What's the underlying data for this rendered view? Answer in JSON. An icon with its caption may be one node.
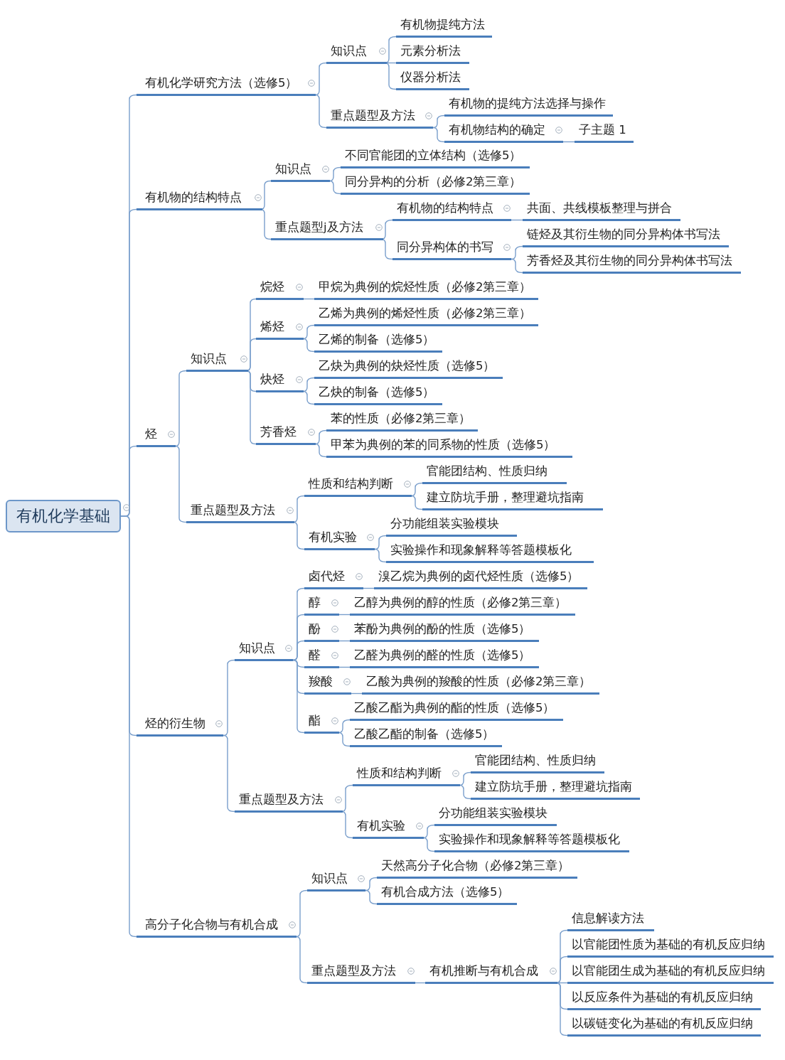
{
  "diagram": {
    "nodes": [
      {
        "text": [
          "有机化学基础"
        ]
      },
      {
        "text": [
          "有机化学研究方法（选修5）"
        ]
      },
      {
        "text": [
          "知识点"
        ]
      },
      {
        "text": [
          "有机物提纯方法"
        ]
      },
      {
        "text": [
          "元素分析法"
        ]
      },
      {
        "text": [
          "仪器分析法"
        ]
      },
      {
        "text": [
          "重点题型及方法"
        ]
      },
      {
        "text": [
          "有机物的提纯方法选择与操作"
        ]
      },
      {
        "text": [
          "有机物结构的确定"
        ]
      },
      {
        "text": [
          "子主题 1"
        ]
      },
      {
        "text": [
          "有机物的结构特点"
        ]
      },
      {
        "text": [
          "知识点"
        ]
      },
      {
        "text": [
          "不同官能团的立体结构（选修5）"
        ]
      },
      {
        "text": [
          "同分异构的分析（必修2第三章）"
        ]
      },
      {
        "text": [
          "重点题型j及方法"
        ]
      },
      {
        "text": [
          "有机物的结构特点"
        ]
      },
      {
        "text": [
          "共面、共线模板整理与拼合"
        ]
      },
      {
        "text": [
          "同分异构体的书写"
        ]
      },
      {
        "text": [
          "链烃及其衍生物的同分异构体书写法"
        ]
      },
      {
        "text": [
          "芳香烃及其衍生物的同分异构体书写法"
        ]
      },
      {
        "text": [
          "烃"
        ]
      },
      {
        "text": [
          "知识点"
        ]
      },
      {
        "text": [
          "烷烃"
        ]
      },
      {
        "text": [
          "甲烷为典例的烷烃性质（必修2第三章）"
        ]
      },
      {
        "text": [
          "烯烃"
        ]
      },
      {
        "text": [
          "乙烯为典例的烯烃性质（必修2第三章）"
        ]
      },
      {
        "text": [
          "乙烯的制备（选修5）"
        ]
      },
      {
        "text": [
          "炔烃"
        ]
      },
      {
        "text": [
          "乙炔为典例的炔烃性质（选修5）"
        ]
      },
      {
        "text": [
          "乙炔的制备（选修5）"
        ]
      },
      {
        "text": [
          "芳香烃"
        ]
      },
      {
        "text": [
          "苯的性质（必修2第三章）"
        ]
      },
      {
        "text": [
          "甲苯为典例的苯的同系物的性质（选修5）"
        ]
      },
      {
        "text": [
          "重点题型及方法"
        ]
      },
      {
        "text": [
          "性质和结构判断"
        ]
      },
      {
        "text": [
          "官能团结构、性质归纳"
        ]
      },
      {
        "text": [
          "建立防坑手册，整理避坑指南"
        ]
      },
      {
        "text": [
          "有机实验"
        ]
      },
      {
        "text": [
          "分功能组装实验模块"
        ]
      },
      {
        "text": [
          "实验操作和现象解释等答题模板化"
        ]
      },
      {
        "text": [
          "烃的衍生物"
        ]
      },
      {
        "text": [
          "知识点"
        ]
      },
      {
        "text": [
          "卤代烃"
        ]
      },
      {
        "text": [
          "溴乙烷为典例的卤代烃性质（选修5）"
        ]
      },
      {
        "text": [
          "醇"
        ]
      },
      {
        "text": [
          "乙醇为典例的醇的性质（必修2第三章）"
        ]
      },
      {
        "text": [
          "酚"
        ]
      },
      {
        "text": [
          "苯酚为典例的酚的性质（选修5）"
        ]
      },
      {
        "text": [
          "醛"
        ]
      },
      {
        "text": [
          "乙醛为典例的醛的性质（选修5）"
        ]
      },
      {
        "text": [
          "羧酸"
        ]
      },
      {
        "text": [
          "乙酸为典例的羧酸的性质（必修2第三章）"
        ]
      },
      {
        "text": [
          "酯"
        ]
      },
      {
        "text": [
          "乙酸乙酯为典例的酯的性质（选修5）"
        ]
      },
      {
        "text": [
          "乙酸乙酯的制备（选修5）"
        ]
      },
      {
        "text": [
          "重点题型及方法"
        ]
      },
      {
        "text": [
          "性质和结构判断"
        ]
      },
      {
        "text": [
          "官能团结构、性质归纳"
        ]
      },
      {
        "text": [
          "建立防坑手册，整理避坑指南"
        ]
      },
      {
        "text": [
          "有机实验"
        ]
      },
      {
        "text": [
          "分功能组装实验模块"
        ]
      },
      {
        "text": [
          "实验操作和现象解释等答题模板化"
        ]
      },
      {
        "text": [
          "高分子化合物与有机合成"
        ]
      },
      {
        "text": [
          "知识点"
        ]
      },
      {
        "text": [
          "天然高分子化合物（必修2第三章）"
        ]
      },
      {
        "text": [
          "有机合成方法（选修5）"
        ]
      },
      {
        "text": [
          "重点题型及方法"
        ]
      },
      {
        "text": [
          "有机推断与有机合成"
        ]
      },
      {
        "text": [
          "信息解读方法"
        ]
      },
      {
        "text": [
          "以官能团性质为基础的有机反应归纳"
        ]
      },
      {
        "text": [
          "以官能团生成为基础的有机反应归纳"
        ]
      },
      {
        "text": [
          "以反应条件为基础的有机反应归纳"
        ]
      },
      {
        "text": [
          "以碳链变化为基础的有机反应归纳"
        ]
      }
    ],
    "edges": [
      {
        "from": 0,
        "to": 1,
        "arrow": "none"
      },
      {
        "from": 1,
        "to": 2,
        "arrow": "none"
      },
      {
        "from": 2,
        "to": 3,
        "arrow": "none"
      },
      {
        "from": 2,
        "to": 4,
        "arrow": "none"
      },
      {
        "from": 2,
        "to": 5,
        "arrow": "none"
      },
      {
        "from": 1,
        "to": 6,
        "arrow": "none"
      },
      {
        "from": 6,
        "to": 7,
        "arrow": "none"
      },
      {
        "from": 6,
        "to": 8,
        "arrow": "none"
      },
      {
        "from": 8,
        "to": 9,
        "arrow": "none"
      },
      {
        "from": 0,
        "to": 10,
        "arrow": "none"
      },
      {
        "from": 10,
        "to": 11,
        "arrow": "none"
      },
      {
        "from": 11,
        "to": 12,
        "arrow": "none"
      },
      {
        "from": 11,
        "to": 13,
        "arrow": "none"
      },
      {
        "from": 10,
        "to": 14,
        "arrow": "none"
      },
      {
        "from": 14,
        "to": 15,
        "arrow": "none"
      },
      {
        "from": 15,
        "to": 16,
        "arrow": "none"
      },
      {
        "from": 14,
        "to": 17,
        "arrow": "none"
      },
      {
        "from": 17,
        "to": 18,
        "arrow": "none"
      },
      {
        "from": 17,
        "to": 19,
        "arrow": "none"
      },
      {
        "from": 0,
        "to": 20,
        "arrow": "none"
      },
      {
        "from": 20,
        "to": 21,
        "arrow": "none"
      },
      {
        "from": 21,
        "to": 22,
        "arrow": "none"
      },
      {
        "from": 22,
        "to": 23,
        "arrow": "none"
      },
      {
        "from": 21,
        "to": 24,
        "arrow": "none"
      },
      {
        "from": 24,
        "to": 25,
        "arrow": "none"
      },
      {
        "from": 24,
        "to": 26,
        "arrow": "none"
      },
      {
        "from": 21,
        "to": 27,
        "arrow": "none"
      },
      {
        "from": 27,
        "to": 28,
        "arrow": "none"
      },
      {
        "from": 27,
        "to": 29,
        "arrow": "none"
      },
      {
        "from": 21,
        "to": 30,
        "arrow": "none"
      },
      {
        "from": 30,
        "to": 31,
        "arrow": "none"
      },
      {
        "from": 30,
        "to": 32,
        "arrow": "none"
      },
      {
        "from": 20,
        "to": 33,
        "arrow": "none"
      },
      {
        "from": 33,
        "to": 34,
        "arrow": "none"
      },
      {
        "from": 34,
        "to": 35,
        "arrow": "none"
      },
      {
        "from": 34,
        "to": 36,
        "arrow": "none"
      },
      {
        "from": 33,
        "to": 37,
        "arrow": "none"
      },
      {
        "from": 37,
        "to": 38,
        "arrow": "none"
      },
      {
        "from": 37,
        "to": 39,
        "arrow": "none"
      },
      {
        "from": 0,
        "to": 40,
        "arrow": "none"
      },
      {
        "from": 40,
        "to": 41,
        "arrow": "none"
      },
      {
        "from": 41,
        "to": 42,
        "arrow": "none"
      },
      {
        "from": 42,
        "to": 43,
        "arrow": "none"
      },
      {
        "from": 41,
        "to": 44,
        "arrow": "none"
      },
      {
        "from": 44,
        "to": 45,
        "arrow": "none"
      },
      {
        "from": 41,
        "to": 46,
        "arrow": "none"
      },
      {
        "from": 46,
        "to": 47,
        "arrow": "none"
      },
      {
        "from": 41,
        "to": 48,
        "arrow": "none"
      },
      {
        "from": 48,
        "to": 49,
        "arrow": "none"
      },
      {
        "from": 41,
        "to": 50,
        "arrow": "none"
      },
      {
        "from": 50,
        "to": 51,
        "arrow": "none"
      },
      {
        "from": 41,
        "to": 52,
        "arrow": "none"
      },
      {
        "from": 52,
        "to": 53,
        "arrow": "none"
      },
      {
        "from": 52,
        "to": 54,
        "arrow": "none"
      },
      {
        "from": 40,
        "to": 55,
        "arrow": "none"
      },
      {
        "from": 55,
        "to": 56,
        "arrow": "none"
      },
      {
        "from": 56,
        "to": 57,
        "arrow": "none"
      },
      {
        "from": 56,
        "to": 58,
        "arrow": "none"
      },
      {
        "from": 55,
        "to": 59,
        "arrow": "none"
      },
      {
        "from": 59,
        "to": 60,
        "arrow": "none"
      },
      {
        "from": 59,
        "to": 61,
        "arrow": "none"
      },
      {
        "from": 0,
        "to": 62,
        "arrow": "none"
      },
      {
        "from": 62,
        "to": 63,
        "arrow": "none"
      },
      {
        "from": 63,
        "to": 64,
        "arrow": "none"
      },
      {
        "from": 63,
        "to": 65,
        "arrow": "none"
      },
      {
        "from": 62,
        "to": 66,
        "arrow": "none"
      },
      {
        "from": 66,
        "to": 67,
        "arrow": "none"
      },
      {
        "from": 67,
        "to": 68,
        "arrow": "none"
      },
      {
        "from": 67,
        "to": 69,
        "arrow": "none"
      },
      {
        "from": 67,
        "to": 70,
        "arrow": "none"
      },
      {
        "from": 67,
        "to": 71,
        "arrow": "none"
      },
      {
        "from": 67,
        "to": 72,
        "arrow": "none"
      }
    ]
  }
}
